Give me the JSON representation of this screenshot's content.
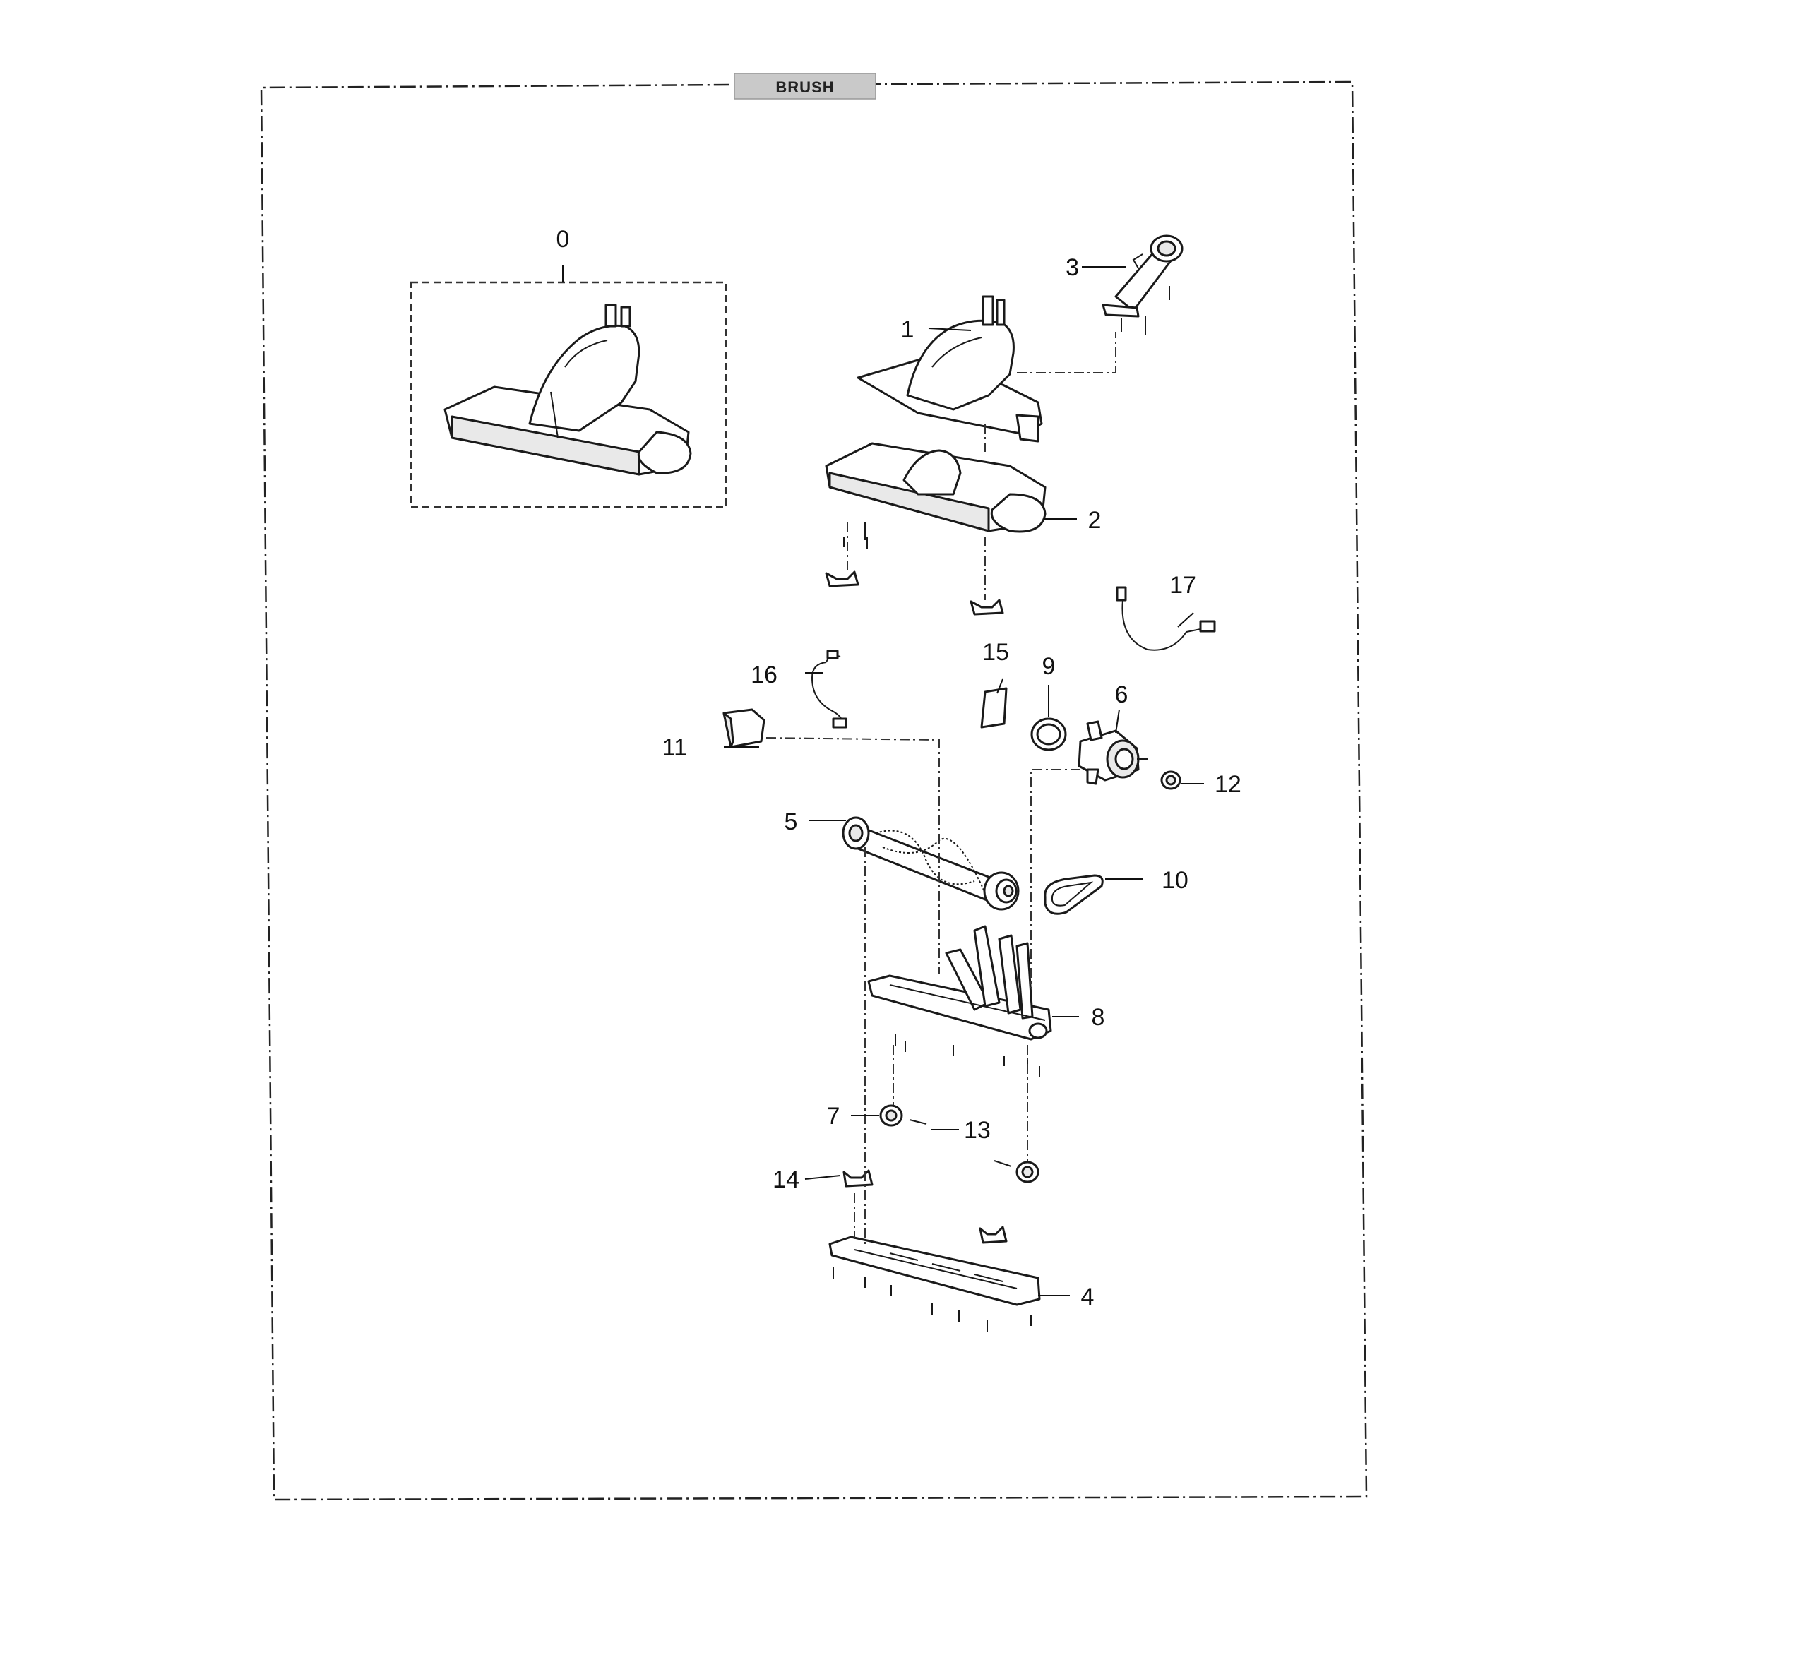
{
  "diagram": {
    "title": "BRUSH",
    "callouts": [
      "0",
      "1",
      "2",
      "3",
      "4",
      "5",
      "6",
      "7",
      "8",
      "9",
      "10",
      "11",
      "12",
      "13",
      "14",
      "15",
      "16",
      "17"
    ]
  }
}
